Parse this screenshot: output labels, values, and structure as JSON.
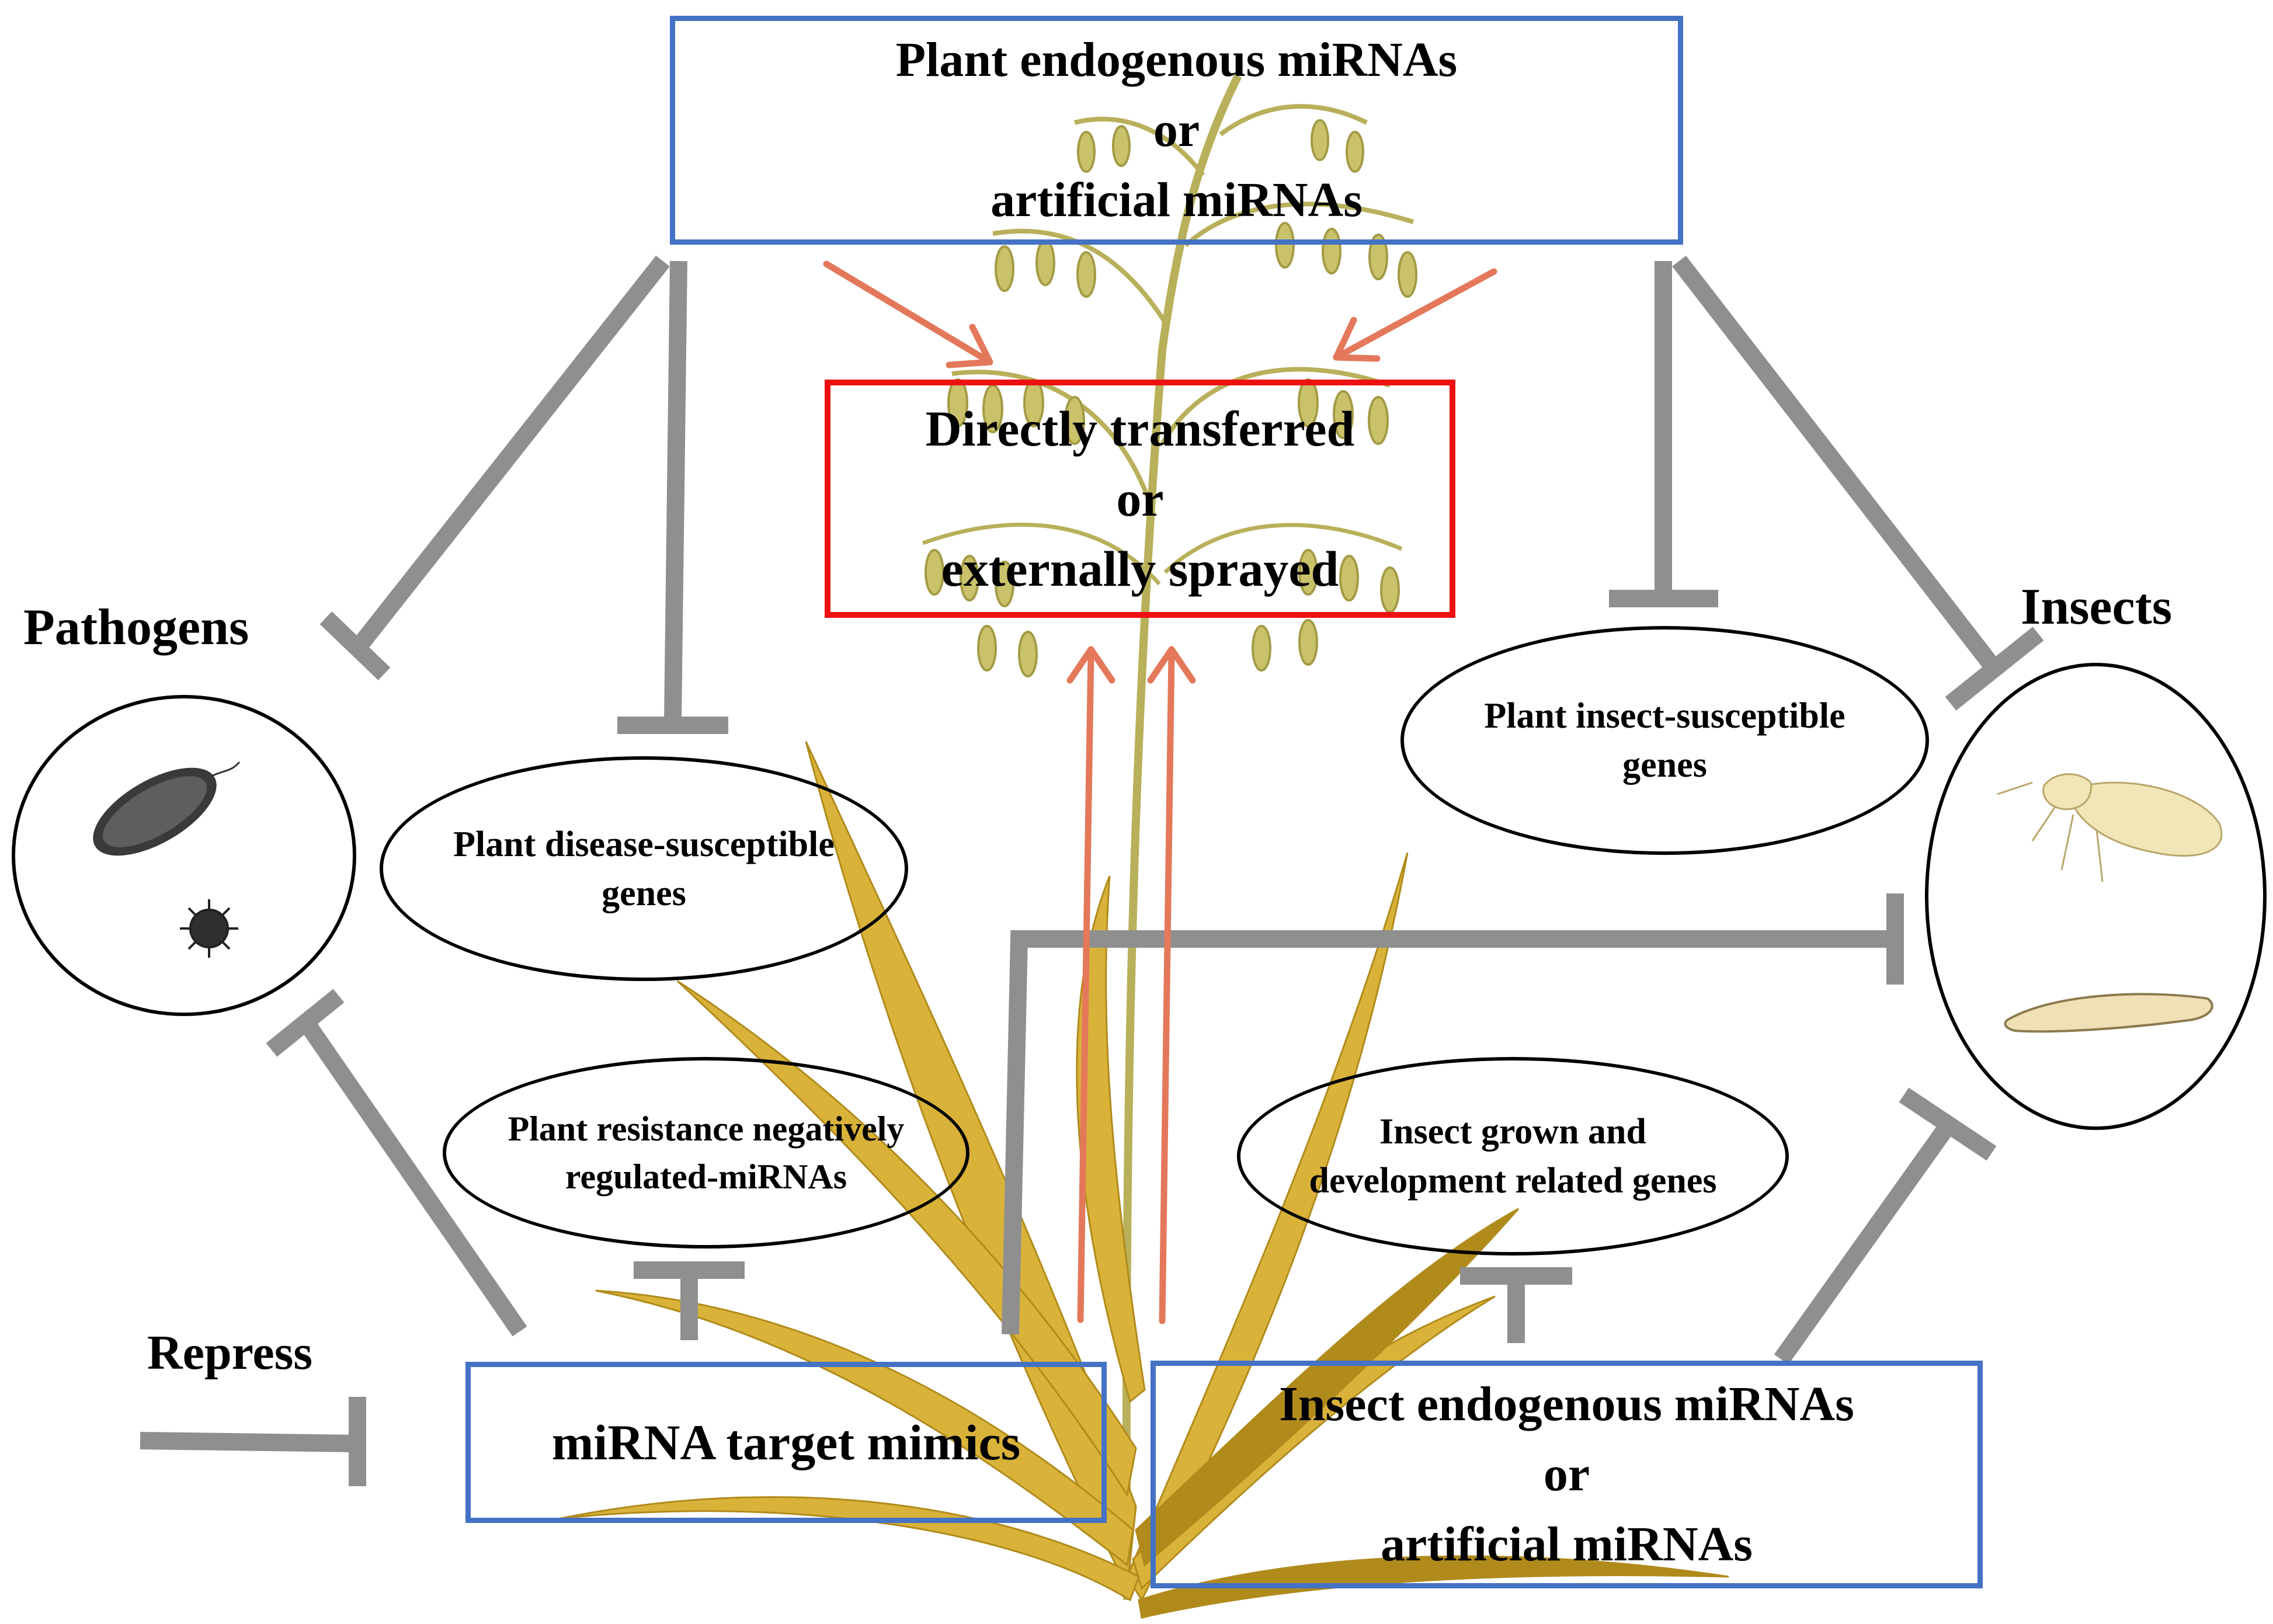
{
  "colors": {
    "inhibition": "#8f8f8f",
    "arrow": "#e4785a",
    "blue_box": "#4472c4",
    "red_box": "#ee1111",
    "plant": "#d9b23a",
    "plant_dark": "#b08b1c",
    "panicle": "#c9c26b"
  },
  "top_box": {
    "line1": "Plant endogenous miRNAs",
    "line2": "or",
    "line3": "artificial miRNAs"
  },
  "center_box": {
    "line1": "Directly transferred",
    "line2": "or",
    "line3": "externally sprayed"
  },
  "pathogens": {
    "label": "Pathogens",
    "icons": [
      "bacterium-icon",
      "virus-icon"
    ]
  },
  "insects": {
    "label": "Insects",
    "icons": [
      "planthopper-icon",
      "larva-icon"
    ]
  },
  "disease_genes": {
    "line1": "Plant disease-susceptible",
    "line2": "genes"
  },
  "insect_genes": {
    "line1": "Plant insect-susceptible",
    "line2": "genes"
  },
  "resistance_mirnas": {
    "line1": "Plant resistance negatively",
    "line2": "regulated-miRNAs"
  },
  "growth_genes": {
    "line1": "Insect grown and",
    "line2": "development related genes"
  },
  "target_mimics": {
    "label": "miRNA target mimics"
  },
  "insect_box": {
    "line1": "Insect endogenous miRNAs",
    "line2": "or",
    "line3": "artificial miRNAs"
  },
  "legend": {
    "label": "Repress",
    "symbol": "inhibition-bar-icon"
  }
}
